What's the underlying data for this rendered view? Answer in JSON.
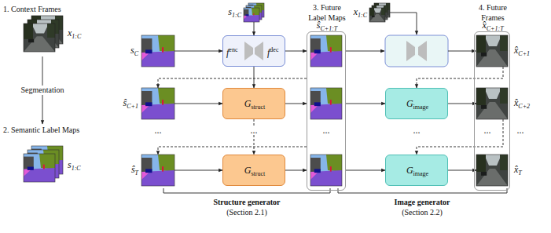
{
  "diagram": {
    "nodes": [
      {
        "text": [
          "1. Context Frames",
          "x",
          "1:C"
        ]
      },
      {
        "text": [
          "2. Semantic Label Maps",
          "s",
          "1:C"
        ]
      },
      {
        "text": [
          "s",
          "C"
        ]
      },
      {
        "text": [
          "ŝ",
          "C+1"
        ]
      },
      {
        "text": [
          "ŝ",
          "T"
        ]
      },
      {
        "text": [
          "s",
          "1:C"
        ]
      },
      {
        "text": [
          "f",
          "enc",
          "f",
          "dec"
        ]
      },
      {
        "text": [
          "G",
          "struct"
        ]
      },
      {
        "text": [
          "G",
          "struct"
        ]
      },
      {
        "text": [
          "3. Future Label Maps",
          "ŝ",
          "C+1:T"
        ]
      },
      {
        "text": [
          "x",
          "1:C"
        ]
      },
      {
        "text": [
          "G",
          "image"
        ]
      },
      {
        "text": [
          "G",
          "image"
        ]
      },
      {
        "text": [
          "4. Future Frames",
          "x̂",
          "C+1:T"
        ]
      },
      {
        "text": [
          "x̂",
          "C+1"
        ],
        "in": 13
      },
      {
        "text": [
          "x̂",
          "C+2"
        ],
        "in": 13
      },
      {
        "text": [
          "x̂",
          "T"
        ],
        "in": 13
      }
    ],
    "edges": [
      {
        "from": 0,
        "to": 1,
        "arrow": "to",
        "label": "Segmentation"
      },
      {
        "from": 2,
        "to": 6,
        "arrow": "to"
      },
      {
        "from": 5,
        "to": 6,
        "arrow": "to"
      },
      {
        "from": 6,
        "to": 9,
        "arrow": "to"
      },
      {
        "from": 6,
        "to": 7,
        "arrow": "to"
      },
      {
        "from": 7,
        "to": 8,
        "arrow": "to"
      },
      {
        "from": 3,
        "to": 7,
        "arrow": "to"
      },
      {
        "from": 4,
        "to": 8,
        "arrow": "to"
      },
      {
        "from": 7,
        "to": 9,
        "arrow": "to"
      },
      {
        "from": 8,
        "to": 9,
        "arrow": "to"
      },
      {
        "from": 9,
        "to": 3,
        "arrow": "to"
      },
      {
        "from": 9,
        "to": 4,
        "arrow": "to"
      },
      {
        "from": 9,
        "to": 11,
        "arrow": "to"
      },
      {
        "from": 9,
        "to": 12,
        "arrow": "to"
      },
      {
        "from": 11,
        "to": 15,
        "arrow": "to"
      },
      {
        "from": 12,
        "to": 16,
        "arrow": "to"
      },
      {
        "from": 14,
        "to": 11,
        "arrow": "to"
      },
      {
        "from": 15,
        "to": 12,
        "arrow": "to"
      }
    ],
    "labels": [
      "...",
      "...",
      "...",
      "...",
      "...",
      "...",
      "Structure generator",
      "(Section 2.1)",
      "Image generator",
      "(Section 2.2)"
    ]
  }
}
